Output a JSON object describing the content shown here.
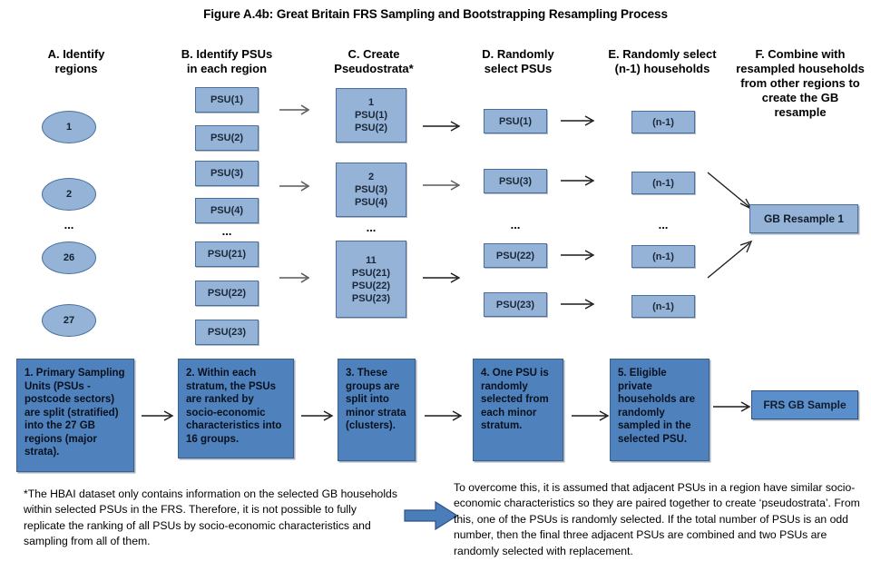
{
  "figure": {
    "title": "Figure A.4b: Great Britain FRS Sampling and Bootstrapping Resampling Process"
  },
  "columns": [
    {
      "id": "A",
      "heading": "A.  Identify\nregions"
    },
    {
      "id": "B",
      "heading": "B. Identify PSUs\nin each region"
    },
    {
      "id": "C",
      "heading": "C. Create\nPseudostrata*"
    },
    {
      "id": "D",
      "heading": "D. Randomly\nselect PSUs"
    },
    {
      "id": "E",
      "heading": "E. Randomly select\n(n-1) households"
    },
    {
      "id": "F",
      "heading": "F. Combine with\nresampled households\nfrom other regions to\ncreate the GB\nresample"
    }
  ],
  "column_a_regions": [
    {
      "label": "1"
    },
    {
      "label": "2"
    },
    {
      "label": "..."
    },
    {
      "label": "26"
    },
    {
      "label": "27"
    }
  ],
  "column_b_psus": [
    {
      "label": "PSU(1)"
    },
    {
      "label": "PSU(2)"
    },
    {
      "label": "PSU(3)"
    },
    {
      "label": "PSU(4)"
    },
    {
      "label": "..."
    },
    {
      "label": "PSU(21)"
    },
    {
      "label": "PSU(22)"
    },
    {
      "label": "PSU(23)"
    }
  ],
  "column_c_pseudostrata": [
    {
      "label": "1\nPSU(1)\nPSU(2)"
    },
    {
      "label": "2\nPSU(3)\nPSU(4)"
    },
    {
      "label": "..."
    },
    {
      "label": "11\nPSU(21)\nPSU(22)\nPSU(23)"
    }
  ],
  "column_d_selected": [
    {
      "label": "PSU(1)"
    },
    {
      "label": "PSU(3)"
    },
    {
      "label": "..."
    },
    {
      "label": "PSU(22)"
    },
    {
      "label": "PSU(23)"
    }
  ],
  "column_e_households": [
    {
      "label": "(n-1)"
    },
    {
      "label": "(n-1)"
    },
    {
      "label": "..."
    },
    {
      "label": "(n-1)"
    },
    {
      "label": "(n-1)"
    }
  ],
  "column_f_result": {
    "label": "GB Resample 1"
  },
  "steps": [
    {
      "label": "1. Primary Sampling Units (PSUs - postcode sectors) are split (stratified) into the 27 GB regions (major strata)."
    },
    {
      "label": "2. Within each stratum, the PSUs are ranked by socio-economic characteristics into 16 groups."
    },
    {
      "label": "3. These groups are split into minor strata (clusters)."
    },
    {
      "label": "4. One PSU is randomly selected from each minor stratum."
    },
    {
      "label": "5. Eligible private households are randomly sampled in the selected PSU."
    }
  ],
  "frs_sample_box": {
    "label": "FRS GB Sample"
  },
  "footnotes": {
    "left": "*The HBAI dataset only contains information on the selected GB households within selected PSUs in the FRS. Therefore, it is not possible to fully replicate the ranking of all PSUs by socio-economic characteristics and sampling from all of them.",
    "right": "To overcome this, it is assumed that adjacent PSUs in a region have similar socio-economic characteristics so they are paired together to create ‘pseudostrata’. From this, one of the PSUs is randomly selected. If the total number of PSUs is an odd number, then the final three adjacent PSUs are combined and two PSUs are randomly selected with replacement."
  },
  "colors": {
    "light_blue_fill": "#95b3d7",
    "light_blue_border": "#49709f",
    "step_blue_fill": "#4f81bd",
    "step_blue_border": "#3a608f",
    "arrow_blue": "#4a7ebb",
    "text_black": "#000000"
  }
}
